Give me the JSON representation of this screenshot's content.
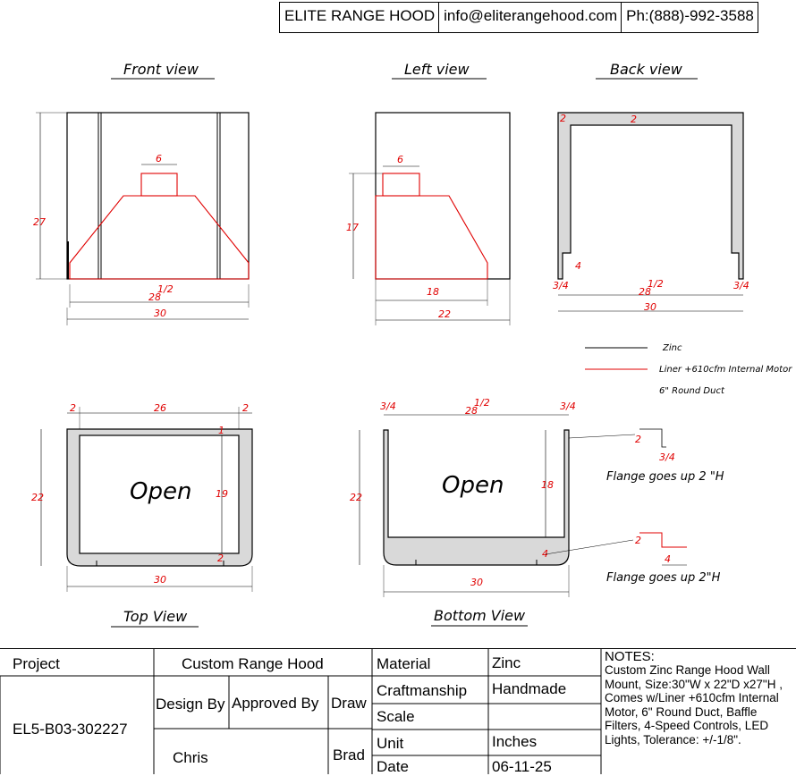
{
  "header": {
    "company": "ELITE RANGE HOOD",
    "email": "info@eliterangehood.com",
    "phone": "Ph:(888)-992-3588"
  },
  "views": {
    "front": "Front view",
    "left": "Left view",
    "back": "Back view",
    "top": "Top View",
    "bottom": "Bottom View"
  },
  "dimensions": {
    "front_height": "27",
    "duct": "6",
    "front_inner": "28",
    "half": "1/2",
    "front_width": "30",
    "left_height": "17",
    "left_inner": "18",
    "left_depth": "22",
    "back_wall": "2",
    "back_slot": "4",
    "three_quarter": "3/4",
    "back_width": "30",
    "top_side": "2",
    "top_inner": "26",
    "top_front": "1",
    "top_depth": "22",
    "top_inner_depth": "19",
    "top_back": "2",
    "top_width": "30",
    "bottom_depth": "22",
    "bottom_inner_depth": "18",
    "bottom_width": "30",
    "bottom_back": "4",
    "flange_height": "2",
    "flange_depth": "4"
  },
  "open_labels": [
    "Open",
    "Open"
  ],
  "flange_notes": [
    "Flange goes up 2 \"H",
    "Flange goes up 2\"H"
  ],
  "legend": {
    "zinc": "Zinc",
    "liner": "Liner +610cfm Internal Motor",
    "duct": "6\" Round Duct"
  },
  "title_block": {
    "project_label": "Project",
    "project_value": "Custom Range Hood",
    "project_code": "EL5-B03-302227",
    "design_by_label": "Design By",
    "approved_by_label": "Approved By",
    "draw_label": "Draw",
    "design_by": "Chris",
    "draw": "Brad",
    "material_label": "Material",
    "material": "Zinc",
    "craftmanship_label": "Craftmanship",
    "craftmanship": "Handmade",
    "scale_label": "Scale",
    "scale": "",
    "unit_label": "Unit",
    "unit": "Inches",
    "date_label": "Date",
    "date": "06-11-25",
    "notes_title": "NOTES:",
    "notes_text": "Custom Zinc Range Hood Wall Mount, Size:30\"W x 22\"D x27\"H , Comes w/Liner +610cfm Internal Motor, 6\" Round Duct, Baffle Filters, 4-Speed Controls, LED Lights, Tolerance: +/-1/8\"."
  },
  "colors": {
    "line": "#000000",
    "dimension": "#e00000",
    "fill": "#d9d9d9"
  }
}
